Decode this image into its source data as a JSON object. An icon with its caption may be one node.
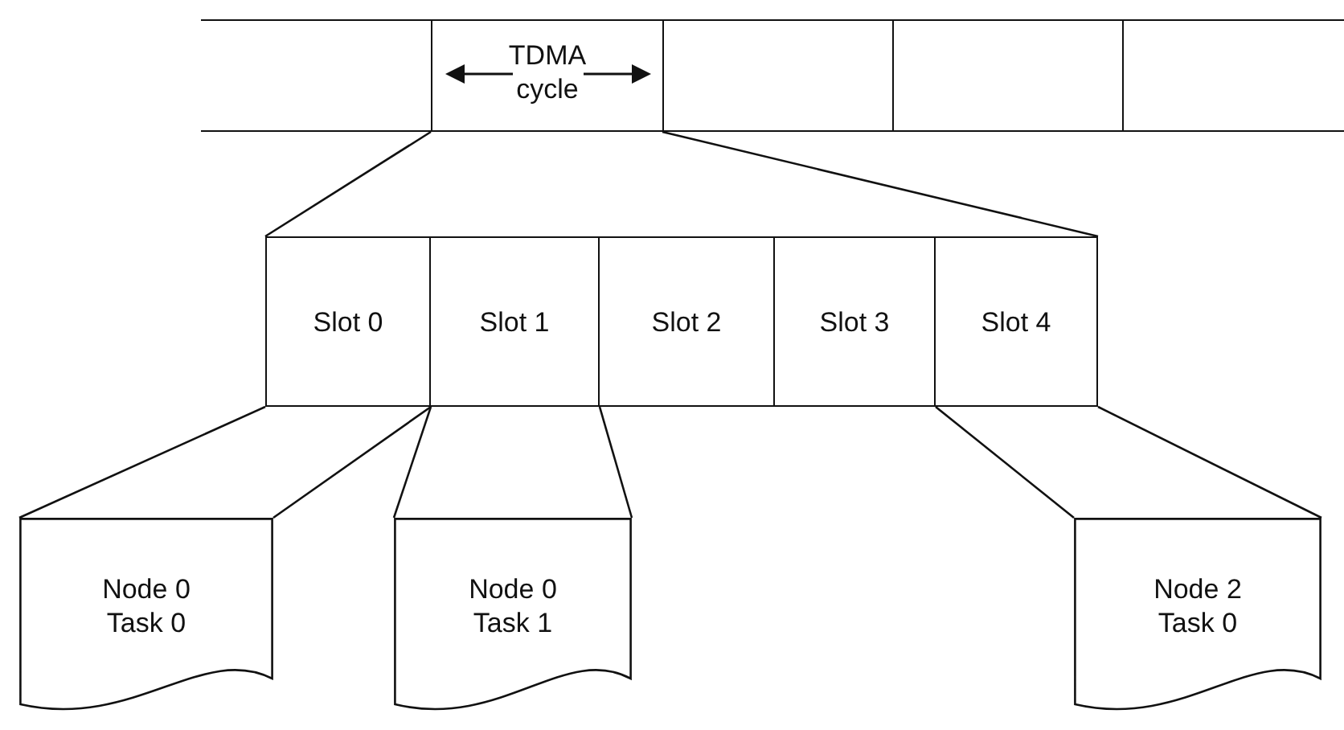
{
  "diagram": {
    "nodes": [
      {
        "text": [],
        "shape": "box"
      },
      {
        "text": [
          "TDMA cycle"
        ]
      },
      {
        "text": [],
        "shape": "box"
      },
      {
        "text": [],
        "shape": "box"
      },
      {
        "text": [],
        "shape": "box"
      },
      {
        "text": [
          "Slot 0"
        ]
      },
      {
        "text": [
          "Slot 1"
        ]
      },
      {
        "text": [
          "Slot 2"
        ]
      },
      {
        "text": [
          "Slot 3"
        ]
      },
      {
        "text": [
          "Slot 4"
        ]
      },
      {
        "text": [
          "Node 0 Task 0"
        ]
      },
      {
        "text": [
          "Node 0 Task 1"
        ]
      },
      {
        "text": [
          "Node 2 Task 0"
        ]
      }
    ],
    "edges": [
      {
        "from": 1,
        "to": 5,
        "arrow": "none"
      },
      {
        "from": 1,
        "to": 9,
        "arrow": "none"
      },
      {
        "from": 5,
        "to": 10,
        "arrow": "none"
      },
      {
        "from": 5,
        "to": 10,
        "arrow": "none"
      },
      {
        "from": 6,
        "to": 11,
        "arrow": "none"
      },
      {
        "from": 6,
        "to": 11,
        "arrow": "none"
      },
      {
        "from": 9,
        "to": 12,
        "arrow": "none"
      },
      {
        "from": 9,
        "to": 12,
        "arrow": "none"
      }
    ]
  }
}
